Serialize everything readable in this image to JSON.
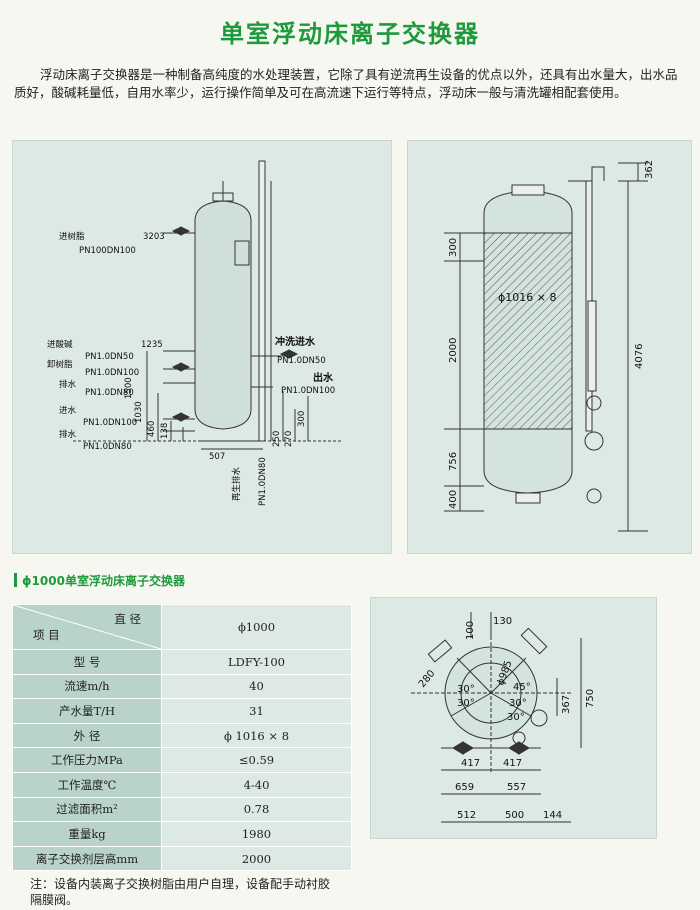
{
  "title": "单室浮动床离子交换器",
  "intro": "浮动床离子交换器是一种制备高纯度的水处理装置，它除了具有逆流再生设备的优点以外，还具有出水量大，出水品质好，酸碱耗量低，自用水率少，运行操作简单及可在高流速下运行等特点，浮动床一般与清洗罐相配套使用。",
  "diagram1": {
    "labels": [
      "进树脂",
      "PN100DN100",
      "3203",
      "进酸碱",
      "PN1.0DN50",
      "卸树脂",
      "PN1.0DN100",
      "排水",
      "PN1.0DN80",
      "1235",
      "冲洗进水",
      "PN1.0DN50",
      "出水",
      "PN1.0DN100",
      "进水",
      "PN1.0DN100",
      "排水",
      "PN1.0DN80",
      "1500",
      "1030",
      "460",
      "138",
      "507",
      "300",
      "250",
      "270",
      "再生排水",
      "PN1.0DN80"
    ]
  },
  "diagram2": {
    "labels": [
      "362",
      "300",
      "ϕ1016 × 8",
      "2000",
      "4076",
      "756",
      "400"
    ]
  },
  "subtitle": "ϕ1000单室浮动床离子交换器",
  "table": {
    "header_top": "直  径",
    "header_bottom": "项  目",
    "header_value": "ϕ1000",
    "rows": [
      {
        "k": "型  号",
        "v": "LDFY-100"
      },
      {
        "k": "流速m/h",
        "v": "40"
      },
      {
        "k": "产水量T/H",
        "v": "31"
      },
      {
        "k": "外  径",
        "v": "ϕ 1016 × 8"
      },
      {
        "k": "工作压力MPa",
        "v": "≤0.59"
      },
      {
        "k": "工作温度℃",
        "v": "4-40"
      },
      {
        "k": "过滤面积m²",
        "v": "0.78"
      },
      {
        "k": "重量kg",
        "v": "1980"
      },
      {
        "k": "离子交换剂层高mm",
        "v": "2000"
      }
    ]
  },
  "diagram3": {
    "labels": [
      "100",
      "130",
      "ϕ985",
      "45°",
      "30°",
      "30°",
      "30°",
      "30°",
      "280",
      "367",
      "750",
      "417",
      "417",
      "659",
      "557",
      "512",
      "500",
      "144"
    ]
  },
  "note": "注：设备内装离子交换树脂由用户自理，设备配手动衬胶隔膜阀。"
}
